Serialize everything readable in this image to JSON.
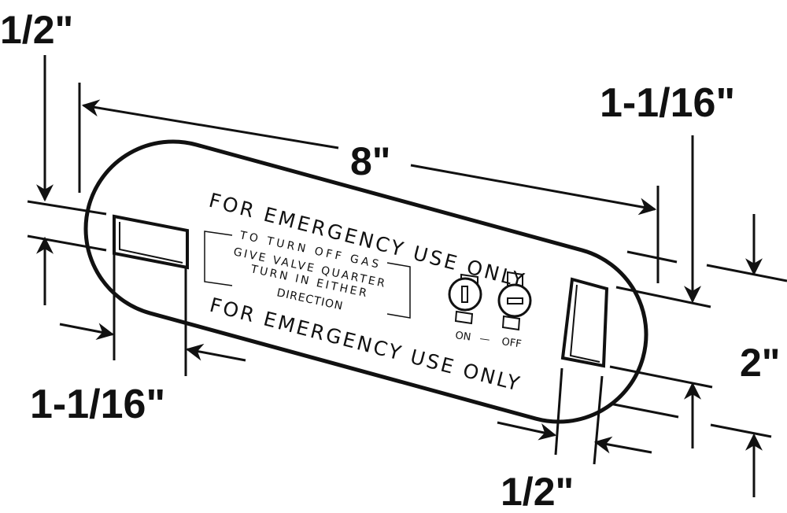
{
  "dimensions": {
    "top_left_half": "1/2\"",
    "overall_length": "8\"",
    "top_right_slot": "1-1/16\"",
    "right_height": "2\"",
    "bottom_left_slot": "1-1/16\"",
    "bottom_right_half": "1/2\""
  },
  "plate": {
    "top_heading": "FOR EMERGENCY USE ONLY",
    "bottom_heading": "FOR EMERGENCY USE ONLY",
    "instructions": [
      "TO TURN OFF GAS",
      "GIVE VALVE QUARTER",
      "TURN IN EITHER",
      "DIRECTION"
    ],
    "on_label": "ON",
    "dash_label": "—",
    "off_label": "OFF"
  },
  "colors": {
    "ink": "#111111",
    "background": "#ffffff"
  }
}
